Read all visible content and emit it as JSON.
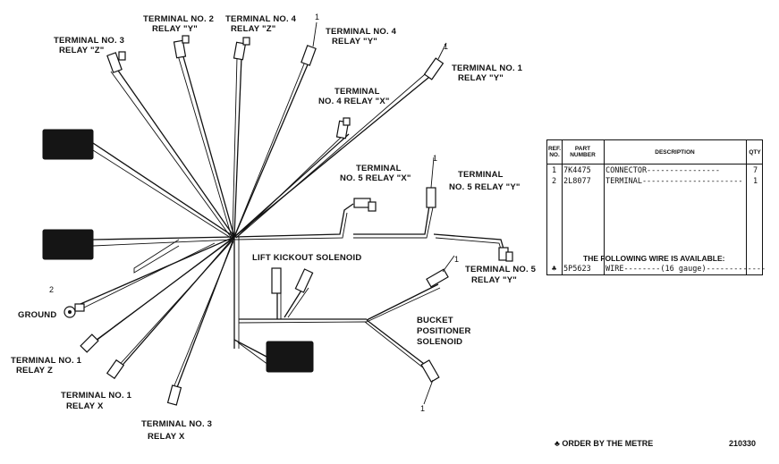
{
  "labels": {
    "term3_relayZ_top": [
      "TERMINAL NO. 3",
      "RELAY \"Z\""
    ],
    "term2_relayY": [
      "TERMINAL NO. 2",
      "RELAY \"Y\""
    ],
    "term4_relayZ": [
      "TERMINAL NO. 4",
      "RELAY \"Z\""
    ],
    "term4_relayY": [
      "TERMINAL NO. 4",
      "RELAY \"Y\""
    ],
    "term1_relayY": [
      "TERMINAL NO. 1",
      "RELAY \"Y\""
    ],
    "term4_relayX": [
      "TERMINAL",
      "NO. 4 RELAY \"X\""
    ],
    "term5_relayX": [
      "TERMINAL",
      "NO. 5 RELAY \"X\""
    ],
    "term5_relayY_mid": [
      "TERMINAL",
      "NO. 5 RELAY \"Y\""
    ],
    "term5_relayY_low": [
      "TERMINAL NO. 5",
      "RELAY \"Y\""
    ],
    "lift_kickout": [
      "LIFT KICKOUT SOLENOID"
    ],
    "bucket_positioner": [
      "BUCKET",
      "POSITIONER",
      "SOLENOID"
    ],
    "ground": [
      "GROUND"
    ],
    "term1_relayZ": [
      "TERMINAL NO. 1",
      "RELAY Z"
    ],
    "term1_relayX": [
      "TERMINAL NO. 1",
      "RELAY X"
    ],
    "term3_relayX": [
      "TERMINAL NO. 3",
      "RELAY X"
    ]
  },
  "callouts": {
    "one_a": "1",
    "one_b": "1",
    "one_c": "1",
    "one_d": "1",
    "one_e": "1",
    "two": "2"
  },
  "parts_table": {
    "headers": {
      "ref": [
        "REF.",
        "NO."
      ],
      "part": [
        "PART",
        "NUMBER"
      ],
      "desc": "DESCRIPTION",
      "qty": "QTY"
    },
    "rows": [
      {
        "ref": "1",
        "part": "7K4475",
        "desc": "CONNECTOR----------------",
        "qty": "7"
      },
      {
        "ref": "2",
        "part": "2L8077",
        "desc": "TERMINAL----------------------",
        "qty": "1"
      }
    ],
    "wire_note": "THE FOLLOWING WIRE IS AVAILABLE:",
    "wire_row": {
      "ref": "♣",
      "part": "5P5623",
      "desc": "WIRE--------(16 gauge)-------------"
    }
  },
  "footer": {
    "note": "♣ ORDER BY THE METRE",
    "figure_number": "210330"
  }
}
